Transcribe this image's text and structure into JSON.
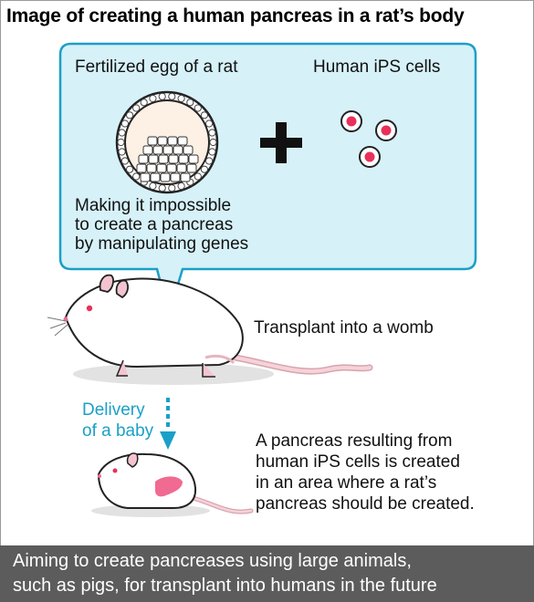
{
  "title": "Image of creating a human pancreas in a rat’s body",
  "bubble": {
    "egg_label": "Fertilized egg of a rat",
    "ips_label": "Human iPS cells",
    "note_lines": [
      "Making it impossible",
      "to create a pancreas",
      "by manipulating genes"
    ]
  },
  "steps": {
    "transplant_label": "Transplant into a womb",
    "delivery_lines": [
      "Delivery",
      "of a baby"
    ],
    "result_lines": [
      "A pancreas resulting from",
      "human iPS cells is created",
      "in an area where a rat’s",
      "pancreas should be created."
    ]
  },
  "footer": {
    "lines": [
      "Aiming to create pancreases using large animals,",
      "such as pigs, for transplant into humans in the future"
    ]
  },
  "colors": {
    "bubble_fill": "#d6f1f8",
    "bubble_stroke": "#1aa0c8",
    "accent_blue": "#1aa0c8",
    "cell_pink": "#e8305a",
    "pancreas_pink": "#f06a92",
    "footer_bg": "#5c5c5c"
  }
}
